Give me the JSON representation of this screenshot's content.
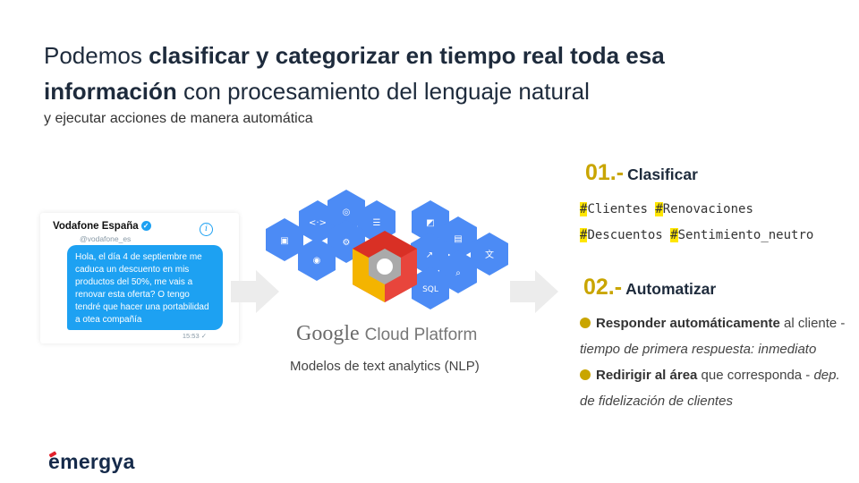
{
  "title": {
    "part1": "Podemos ",
    "bold1": "clasificar y categorizar en tiempo real toda esa",
    "bold2": "información",
    "part2": " con procesamiento del lenguaje natural"
  },
  "subtitle": "y ejecutar acciones de manera automática",
  "tweet": {
    "name": "Vodafone España",
    "handle": "@vodafone_es",
    "message": "Hola, el día 4 de septiembre me caduca un descuento en mis productos del 50%, me vais a renovar esta oferta? O tengo tendré que hacer una portabilidad a otea compañía",
    "time": "15:53 ✓"
  },
  "gcp": {
    "google": "Google",
    "cloud_platform": "Cloud Platform",
    "caption": "Modelos de text analytics (NLP)"
  },
  "step1": {
    "num": "01.-",
    "label": "Clasificar",
    "tags_row1": [
      "Clientes",
      "Renovaciones"
    ],
    "tags_row2": [
      "Descuentos",
      "Sentimiento_neutro"
    ]
  },
  "step2": {
    "num": "02.-",
    "label": "Automatizar",
    "b1_bold": "Responder automáticamente",
    "b1_rest": " al cliente - ",
    "b1_ital": "tiempo de primera respuesta: inmediato",
    "b2_bold": "Redirigir al área",
    "b2_rest": " que corresponda - ",
    "b2_ital": "dep. de fidelización de clientes"
  },
  "logo": "emergya",
  "colors": {
    "accent": "#c9a500",
    "highlight": "#ffe600",
    "twitter": "#1da1f2",
    "hex_blue": "#4c8bf5",
    "navy": "#1e2b3c"
  }
}
